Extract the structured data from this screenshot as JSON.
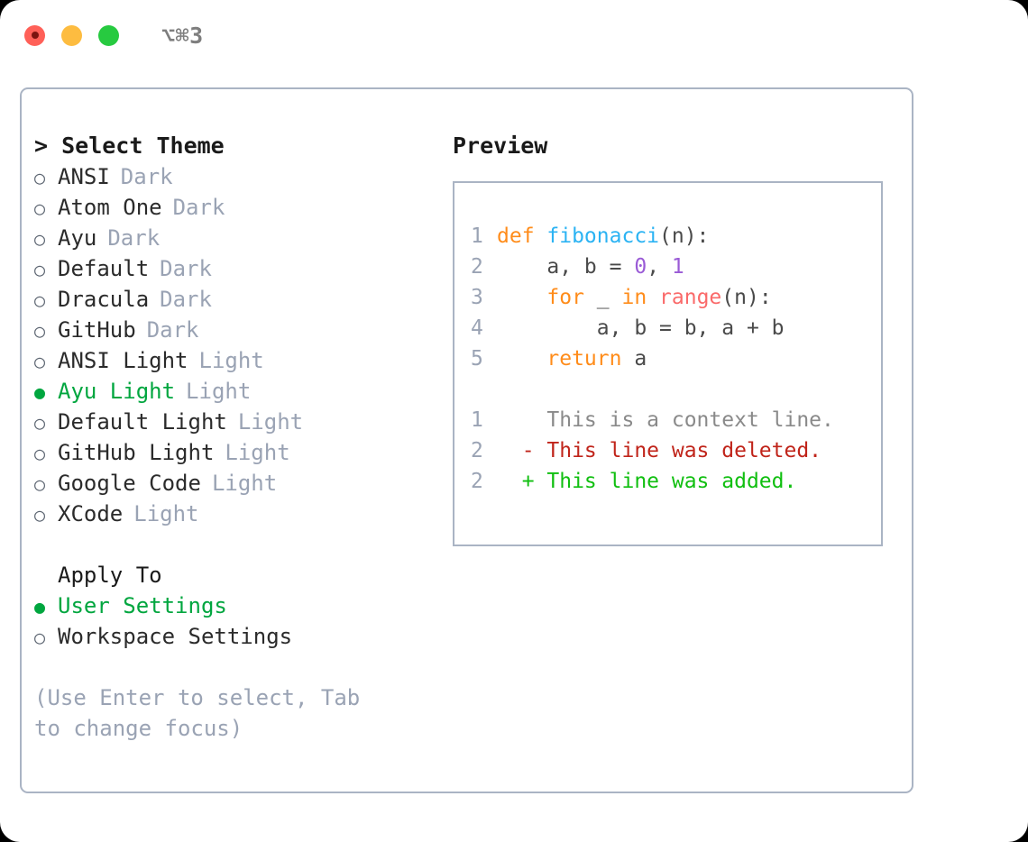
{
  "window": {
    "title": "⌥⌘3",
    "buttons": [
      {
        "name": "close",
        "color": "#ff6058"
      },
      {
        "name": "minimize",
        "color": "#fdbc40"
      },
      {
        "name": "maximize",
        "color": "#27ca40"
      }
    ]
  },
  "theme_list": {
    "heading": "> Select Theme",
    "items": [
      {
        "bullet": "○",
        "label": "ANSI",
        "badge": "Dark",
        "selected": false
      },
      {
        "bullet": "○",
        "label": "Atom One",
        "badge": "Dark",
        "selected": false
      },
      {
        "bullet": "○",
        "label": "Ayu",
        "badge": "Dark",
        "selected": false
      },
      {
        "bullet": "○",
        "label": "Default",
        "badge": "Dark",
        "selected": false
      },
      {
        "bullet": "○",
        "label": "Dracula",
        "badge": "Dark",
        "selected": false
      },
      {
        "bullet": "○",
        "label": "GitHub",
        "badge": "Dark",
        "selected": false
      },
      {
        "bullet": "○",
        "label": "ANSI Light",
        "badge": "Light",
        "selected": false
      },
      {
        "bullet": "●",
        "label": "Ayu Light",
        "badge": "Light",
        "selected": true
      },
      {
        "bullet": "○",
        "label": "Default Light",
        "badge": "Light",
        "selected": false
      },
      {
        "bullet": "○",
        "label": "GitHub Light",
        "badge": "Light",
        "selected": false
      },
      {
        "bullet": "○",
        "label": "Google Code",
        "badge": "Light",
        "selected": false
      },
      {
        "bullet": "○",
        "label": "XCode",
        "badge": "Light",
        "selected": false
      }
    ]
  },
  "apply_to": {
    "heading": "Apply To",
    "items": [
      {
        "bullet": "●",
        "label": "User Settings",
        "selected": true
      },
      {
        "bullet": "○",
        "label": "Workspace Settings",
        "selected": false
      }
    ]
  },
  "hint": "(Use Enter to select, Tab to change focus)",
  "preview": {
    "heading": "Preview",
    "code_lines": [
      {
        "no": "1",
        "tokens": [
          {
            "t": "def ",
            "c": "t-kw"
          },
          {
            "t": "fibonacci",
            "c": "t-fn"
          },
          {
            "t": "(n):",
            "c": "t-pl"
          }
        ]
      },
      {
        "no": "2",
        "tokens": [
          {
            "t": "    a, b = ",
            "c": "t-pl"
          },
          {
            "t": "0",
            "c": "t-num"
          },
          {
            "t": ", ",
            "c": "t-pl"
          },
          {
            "t": "1",
            "c": "t-num"
          }
        ]
      },
      {
        "no": "3",
        "tokens": [
          {
            "t": "    ",
            "c": "t-pl"
          },
          {
            "t": "for",
            "c": "t-kw"
          },
          {
            "t": " _ ",
            "c": "t-pl"
          },
          {
            "t": "in",
            "c": "t-kw"
          },
          {
            "t": " ",
            "c": "t-pl"
          },
          {
            "t": "range",
            "c": "t-bi"
          },
          {
            "t": "(n):",
            "c": "t-pl"
          }
        ]
      },
      {
        "no": "4",
        "tokens": [
          {
            "t": "        a, b = b, a + b",
            "c": "t-pl"
          }
        ]
      },
      {
        "no": "5",
        "tokens": [
          {
            "t": "    ",
            "c": "t-pl"
          },
          {
            "t": "return",
            "c": "t-kw"
          },
          {
            "t": " a",
            "c": "t-pl"
          }
        ]
      }
    ],
    "diff_lines": [
      {
        "no": "1",
        "marker": " ",
        "text": " This is a context line.",
        "c": "t-ctx"
      },
      {
        "no": "2",
        "marker": "-",
        "text": " This line was deleted.",
        "c": "t-del"
      },
      {
        "no": "2",
        "marker": "+",
        "text": " This line was added.",
        "c": "t-add"
      }
    ]
  },
  "colors": {
    "accent_green": "#00a63f",
    "badge_gray": "#9aa3b4",
    "border": "#aab4c4",
    "keyword": "#ff8c1a",
    "function": "#2bb3f3",
    "number": "#9a5bd6",
    "builtin": "#fa6a6a",
    "diff_add": "#10bf10",
    "diff_del": "#c0241a"
  }
}
